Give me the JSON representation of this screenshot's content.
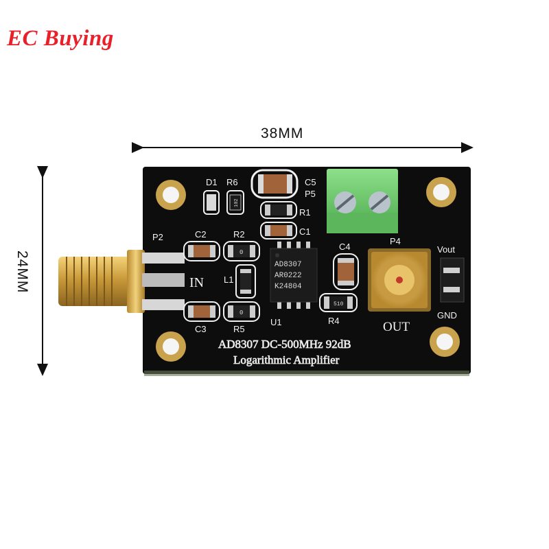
{
  "brand": {
    "name": "EC Buying",
    "color": "#e8202a"
  },
  "dimensions": {
    "width_label": "38MM",
    "height_label": "24MM"
  },
  "board": {
    "color": "#0d0d0d",
    "ic": {
      "line1": "AD8307",
      "line2": "AR0222",
      "line3": "K24804"
    },
    "labels": {
      "d1": "D1",
      "r6": "R6",
      "c5": "C5",
      "p5": "P5",
      "r1": "R1",
      "c1": "C1",
      "c4": "C4",
      "p4": "P4",
      "p2": "P2",
      "c2": "C2",
      "r2": "R2",
      "l1": "L1",
      "c3": "C3",
      "r5": "R5",
      "u1": "U1",
      "r4": "R4",
      "vout": "Vout",
      "gnd": "GND"
    },
    "in_label": "IN",
    "out_label": "OUT",
    "resistor_codes": {
      "r6": "102",
      "r4": "510",
      "r2": "0",
      "r5": "0"
    },
    "footer_line1": "AD8307 DC-500MHz 92dB",
    "footer_line2": "Logarithmic Amplifier"
  }
}
